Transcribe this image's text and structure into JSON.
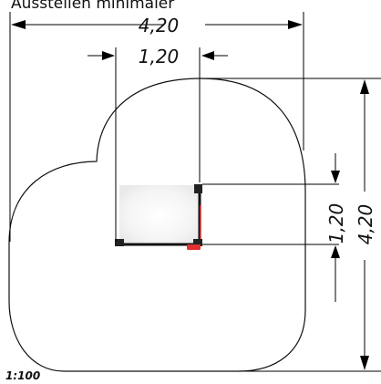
{
  "title": "Ausstellen minimaler",
  "dimensions": {
    "overall_width": "4,20",
    "inner_width": "1,20",
    "inner_height": "1,20",
    "overall_height": "4,20"
  },
  "scale": "1:100",
  "colors": {
    "accent": "#e03030",
    "line": "#000000"
  }
}
